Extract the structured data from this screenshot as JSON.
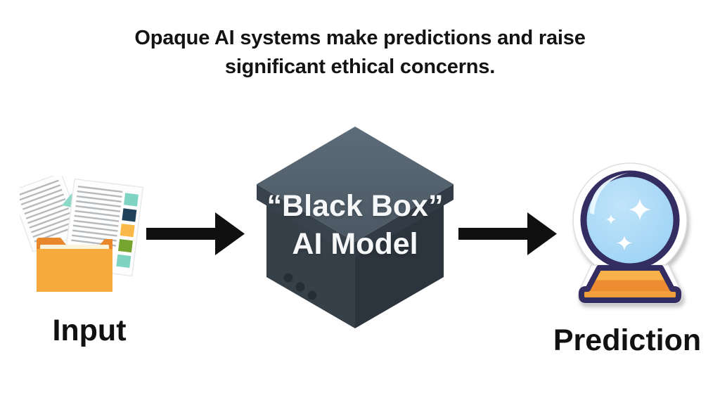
{
  "header": {
    "title_line1": "Opaque AI systems make predictions and raise",
    "title_line2": "significant ethical concerns."
  },
  "diagram": {
    "input": {
      "label": "Input",
      "icon": "documents-folder-icon"
    },
    "model": {
      "icon": "black-box-icon",
      "label_line1": "“Black Box”",
      "label_line2": "AI Model"
    },
    "prediction": {
      "label": "Prediction",
      "icon": "crystal-ball-icon"
    },
    "arrow_icon": "right-arrow-icon"
  },
  "colors": {
    "background": "#ffffff",
    "title_text": "#131313",
    "label_text": "#111111",
    "arrow": "#101010",
    "box_top_face": "#57656f",
    "box_lid_lip": "#39434d",
    "box_left_face": "#364049",
    "box_right_face": "#2c343d",
    "box_label_text": "#f5f7f8",
    "page_white": "#fdfdfd",
    "page_line_gray": "#b6babd",
    "folder_back_orange": "#e8872b",
    "folder_front_orange": "#f7a93c",
    "folder_paper_cream": "#fbf3dc",
    "tab_teal": "#7fd3c3",
    "tab_navy": "#20415a",
    "tab_orange": "#f9b847",
    "tab_green": "#76a52f",
    "ball_fill_blue": "#a7daf7",
    "ball_outline_navy": "#332d62",
    "base_orange_light": "#fbb14a",
    "base_orange_dark": "#ee8c32",
    "sticker_white": "#ffffff"
  }
}
